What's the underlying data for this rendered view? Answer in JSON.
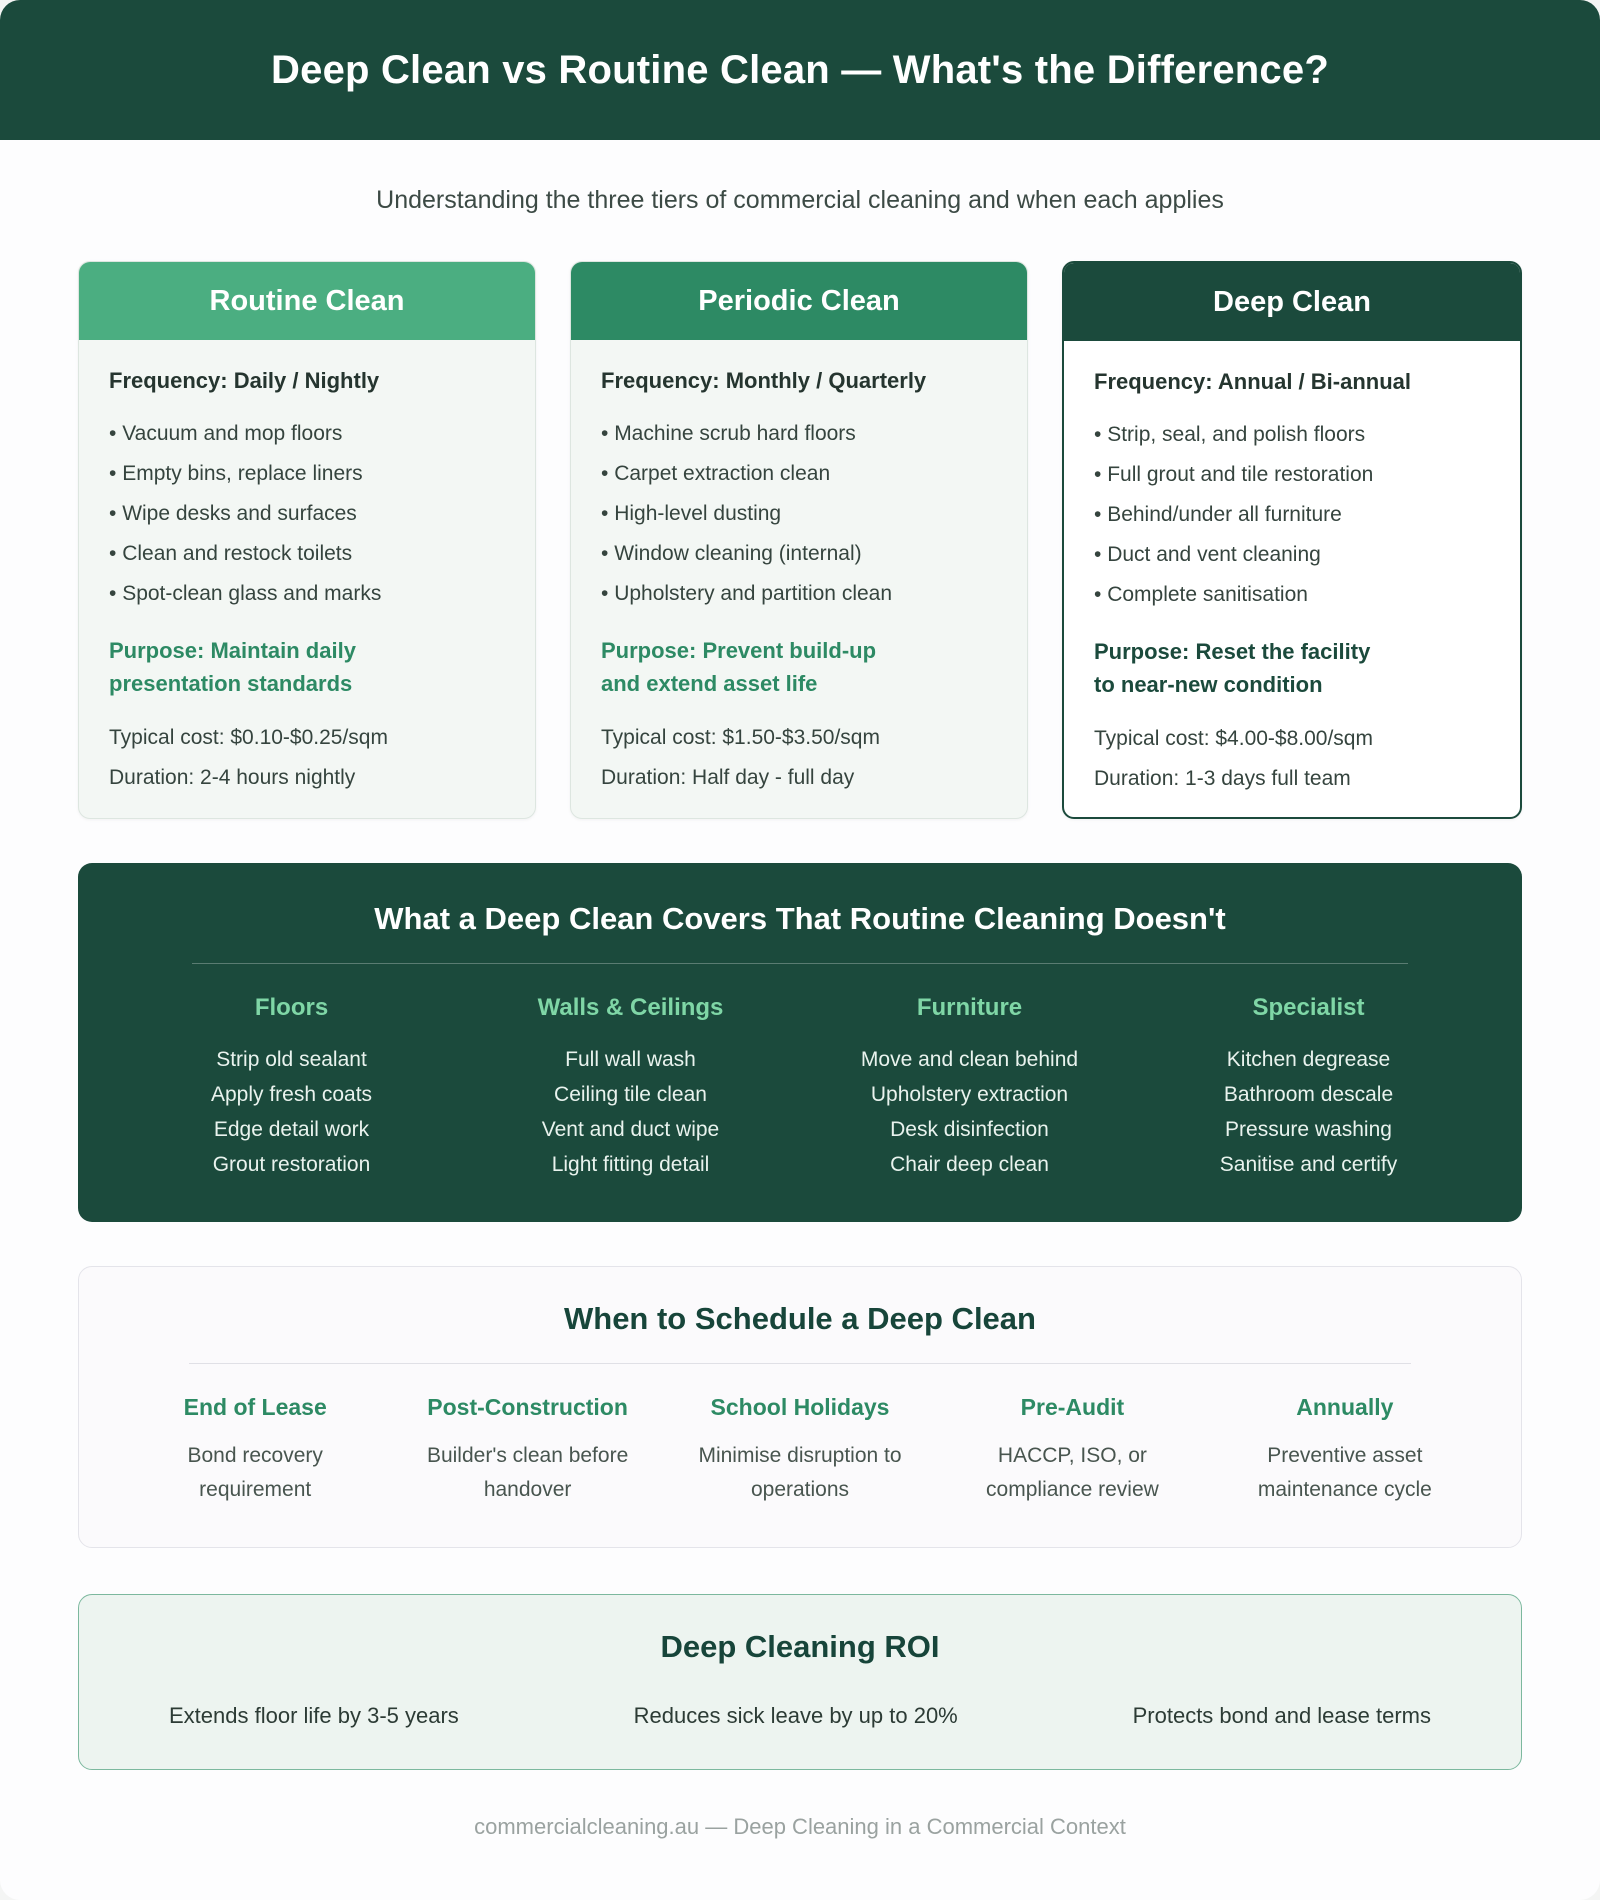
{
  "page": {
    "title": "Deep Clean vs Routine Clean — What's the Difference?",
    "subtitle": "Understanding the three tiers of commercial cleaning and when each applies",
    "footer": "commercialcleaning.au — Deep Cleaning in a Commercial Context"
  },
  "colors": {
    "brand_dark_green": "#1b4a3c",
    "brand_mid_green": "#2d8a64",
    "brand_light_green": "#4bae81",
    "accent_light_green": "#7fd6a6"
  },
  "tiers": [
    {
      "name": "Routine Clean",
      "frequency": "Frequency: Daily / Nightly",
      "tasks": [
        "Vacuum and mop floors",
        "Empty bins, replace liners",
        "Wipe desks and surfaces",
        "Clean and restock toilets",
        "Spot-clean glass and marks"
      ],
      "purpose": "Purpose: Maintain daily presentation standards",
      "cost": "Typical cost: $0.10-$0.25/sqm",
      "duration": "Duration: 2-4 hours nightly"
    },
    {
      "name": "Periodic Clean",
      "frequency": "Frequency: Monthly / Quarterly",
      "tasks": [
        "Machine scrub hard floors",
        "Carpet extraction clean",
        "High-level dusting",
        "Window cleaning (internal)",
        "Upholstery and partition clean"
      ],
      "purpose": "Purpose: Prevent build-up and extend asset life",
      "cost": "Typical cost: $1.50-$3.50/sqm",
      "duration": "Duration: Half day - full day"
    },
    {
      "name": "Deep Clean",
      "frequency": "Frequency: Annual / Bi-annual",
      "tasks": [
        "Strip, seal, and polish floors",
        "Full grout and tile restoration",
        "Behind/under all furniture",
        "Duct and vent cleaning",
        "Complete sanitisation"
      ],
      "purpose": "Purpose: Reset the facility to near-new condition",
      "cost": "Typical cost: $4.00-$8.00/sqm",
      "duration": "Duration: 1-3 days full team"
    }
  ],
  "coverage": {
    "title": "What a Deep Clean Covers That Routine Cleaning Doesn't",
    "columns": [
      {
        "heading": "Floors",
        "items": [
          "Strip old sealant",
          "Apply fresh coats",
          "Edge detail work",
          "Grout restoration"
        ]
      },
      {
        "heading": "Walls & Ceilings",
        "items": [
          "Full wall wash",
          "Ceiling tile clean",
          "Vent and duct wipe",
          "Light fitting detail"
        ]
      },
      {
        "heading": "Furniture",
        "items": [
          "Move and clean behind",
          "Upholstery extraction",
          "Desk disinfection",
          "Chair deep clean"
        ]
      },
      {
        "heading": "Specialist",
        "items": [
          "Kitchen degrease",
          "Bathroom descale",
          "Pressure washing",
          "Sanitise and certify"
        ]
      }
    ]
  },
  "schedule": {
    "title": "When to Schedule a Deep Clean",
    "items": [
      {
        "heading": "End of Lease",
        "text": "Bond recovery requirement"
      },
      {
        "heading": "Post-Construction",
        "text": "Builder's clean before handover"
      },
      {
        "heading": "School Holidays",
        "text": "Minimise disruption to operations"
      },
      {
        "heading": "Pre-Audit",
        "text": "HACCP, ISO, or compliance review"
      },
      {
        "heading": "Annually",
        "text": "Preventive asset maintenance cycle"
      }
    ]
  },
  "roi": {
    "title": "Deep Cleaning ROI",
    "items": [
      "Extends floor life by 3-5 years",
      "Reduces sick leave by up to 20%",
      "Protects bond and lease terms"
    ]
  }
}
